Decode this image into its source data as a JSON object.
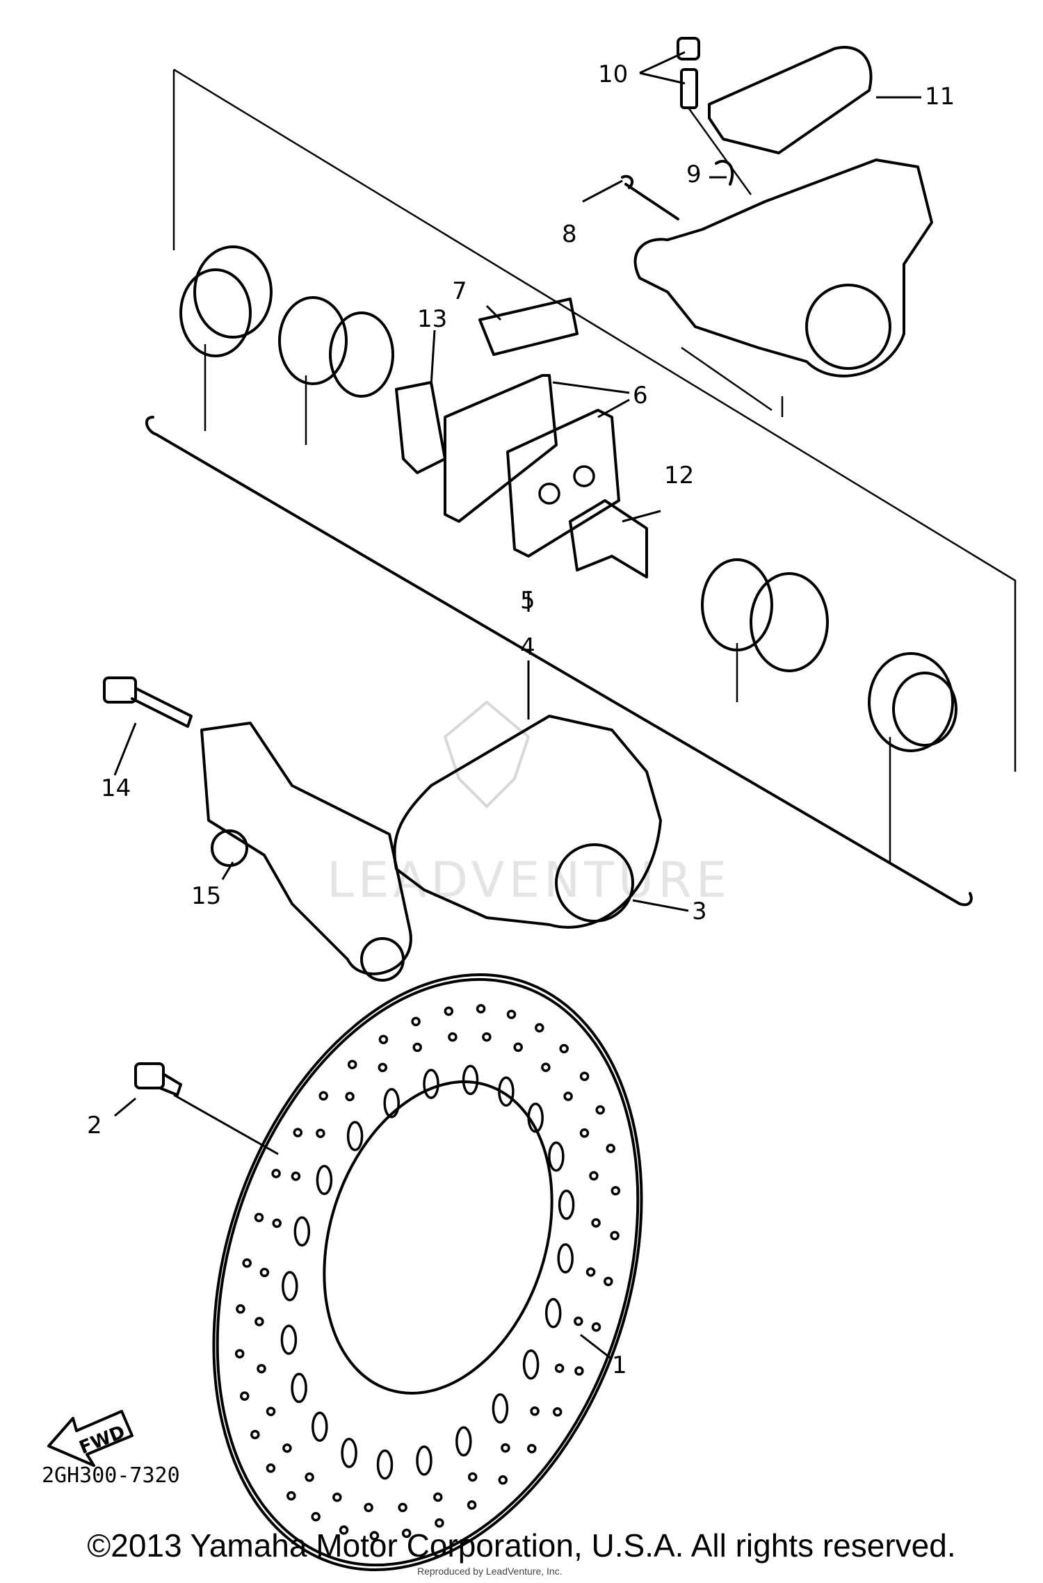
{
  "callouts": [
    {
      "label": "1"
    },
    {
      "label": "2"
    },
    {
      "label": "3"
    },
    {
      "label": "4"
    },
    {
      "label": "5"
    },
    {
      "label": "6"
    },
    {
      "label": "7"
    },
    {
      "label": "8"
    },
    {
      "label": "9"
    },
    {
      "label": "10"
    },
    {
      "label": "11"
    },
    {
      "label": "12"
    },
    {
      "label": "13"
    },
    {
      "label": "14"
    },
    {
      "label": "15"
    }
  ],
  "fwd_label": "FWD",
  "figure_code": "2GH300-7320",
  "watermark": "LEADVENTURE",
  "copyright": "©2013 Yamaha Motor Corporation, U.S.A. All rights reserved.",
  "reproduced_note": "Reproduced by LeadVenture, Inc."
}
